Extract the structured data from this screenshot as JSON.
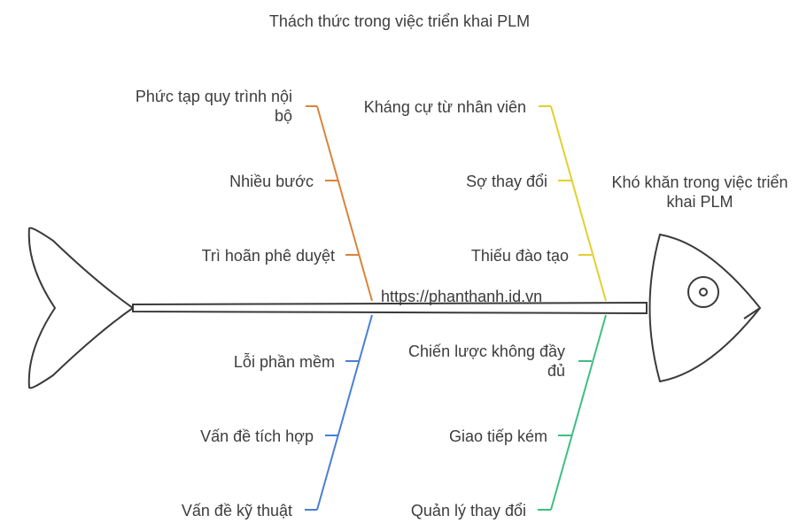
{
  "title": "Thách thức trong việc triển khai PLM",
  "head_label": "Khó khăn trong việc triển khai PLM",
  "watermark": "https://phanthanh.id.vn",
  "colors": {
    "orange": "#d9843b",
    "yellow": "#e3cf2f",
    "blue": "#4a7fd4",
    "green": "#3fbf7f",
    "outline": "#3a3a3a"
  },
  "bones": {
    "top_left": {
      "color": "orange",
      "causes": [
        "Phức tạp quy trình nội bộ",
        "Nhiều bước",
        "Trì hoãn phê duyệt"
      ]
    },
    "top_right": {
      "color": "yellow",
      "causes": [
        "Kháng cự từ nhân viên",
        "Sợ thay đổi",
        "Thiếu đào tạo"
      ]
    },
    "bottom_left": {
      "color": "blue",
      "causes": [
        "Lỗi phần mềm",
        "Vấn đề tích hợp",
        "Vấn đề kỹ thuật"
      ]
    },
    "bottom_right": {
      "color": "green",
      "causes": [
        "Chiến lược không đầy đủ",
        "Giao tiếp kém",
        "Quản lý thay đổi"
      ]
    }
  }
}
